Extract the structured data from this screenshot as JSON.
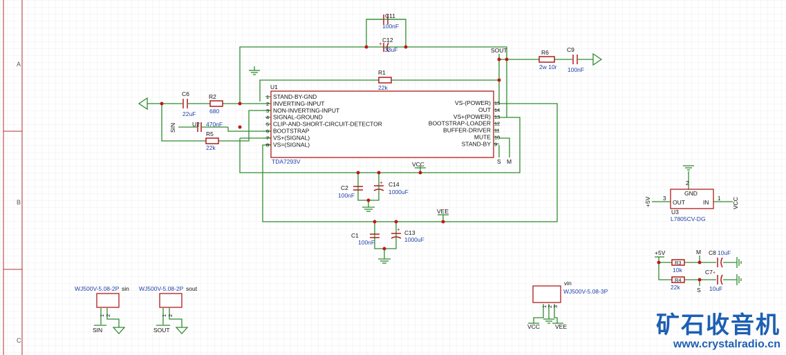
{
  "border": {
    "rows": [
      "A",
      "B",
      "C"
    ]
  },
  "components": {
    "c11": {
      "ref": "C11",
      "value": "100nF"
    },
    "c12": {
      "ref": "C12",
      "value": "33uF"
    },
    "r6": {
      "ref": "R6",
      "value": "2w 10r"
    },
    "c9": {
      "ref": "C9",
      "value": "100nF"
    },
    "r1": {
      "ref": "R1",
      "value": "22k"
    },
    "c6": {
      "ref": "C6",
      "value": "22uF"
    },
    "r2": {
      "ref": "R2",
      "value": "680"
    },
    "u2": {
      "ref": "U2",
      "value": "470nF"
    },
    "r5": {
      "ref": "R5",
      "value": "22k"
    },
    "c2": {
      "ref": "C2",
      "value": "100nF"
    },
    "c14": {
      "ref": "C14",
      "value": "1000uF"
    },
    "c1": {
      "ref": "C1",
      "value": "100nF"
    },
    "c13": {
      "ref": "C13",
      "value": "1000uF"
    },
    "r3": {
      "ref": "R3",
      "value": "10k"
    },
    "r4": {
      "ref": "R4",
      "value": "22k"
    },
    "c8": {
      "ref": "C8",
      "value": "10uF"
    },
    "c7": {
      "ref": "C7",
      "value": "10uF"
    }
  },
  "ic": {
    "ref": "U1",
    "part": "TDA7293V",
    "left_pins": [
      {
        "num": "1",
        "name": "STAND-BY-GND"
      },
      {
        "num": "2",
        "name": "INVERTING-INPUT"
      },
      {
        "num": "3",
        "name": "NON-INVERTING-INPUT"
      },
      {
        "num": "4",
        "name": "SIGNAL-GROUND"
      },
      {
        "num": "5",
        "name": "CLIP-AND-SHORT-CIRCUIT-DETECTOR"
      },
      {
        "num": "6",
        "name": "BOOTSTRAP"
      },
      {
        "num": "7",
        "name": "VS+(SIGNAL)"
      },
      {
        "num": "8",
        "name": "VS=(SIGNAL)"
      }
    ],
    "right_pins": [
      {
        "num": "15",
        "name": "VS-(POWER)"
      },
      {
        "num": "14",
        "name": "OUT"
      },
      {
        "num": "13",
        "name": "VS+(POWER)"
      },
      {
        "num": "12",
        "name": "BOOTSTRAP-LOADER"
      },
      {
        "num": "11",
        "name": "BUFFER-DRIVER"
      },
      {
        "num": "10",
        "name": "MUTE"
      },
      {
        "num": "9",
        "name": "STAND-BY"
      }
    ],
    "bottom_labels": [
      "S",
      "M"
    ]
  },
  "regulator": {
    "ref": "U3",
    "part": "L7805CV-DG",
    "gnd_label": "GND",
    "out_label": "OUT",
    "in_label": "IN",
    "gnd_pin": "2",
    "out_pin": "3",
    "in_pin": "1"
  },
  "nets": {
    "sout": "SOUT",
    "sin": "SIN",
    "vcc": "VCC",
    "vee": "VEE",
    "plus5v": "+5V",
    "m": "M",
    "s": "S"
  },
  "connectors": {
    "sin_conn": {
      "part": "WJ500V-5.08-2P",
      "name": "sin",
      "pins": [
        "1",
        "2"
      ],
      "net": "SIN"
    },
    "sout_conn": {
      "part": "WJ500V-5.08-2P",
      "name": "sout",
      "pins": [
        "1",
        "2"
      ],
      "net": "SOUT"
    },
    "vin_conn": {
      "part": "WJ500V-5.08-3P",
      "name": "vin",
      "pins": [
        "1",
        "2",
        "3"
      ],
      "net_left": "VCC",
      "net_right": "VEE"
    }
  },
  "watermark": {
    "title": "矿石收音机",
    "url": "www.crystalradio.cn"
  },
  "colors": {
    "wire": "#2e8b2e",
    "part": "#b01a1a",
    "label": "#1f3fa8",
    "junction": "#c01818",
    "watermark": "#1d5fb3"
  }
}
